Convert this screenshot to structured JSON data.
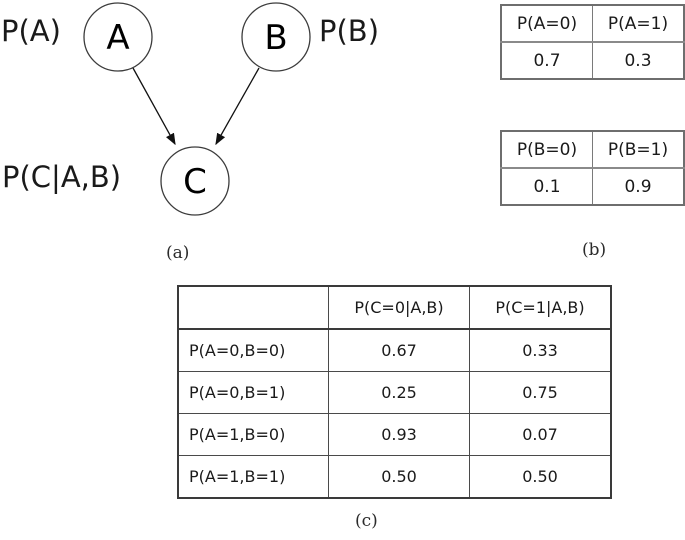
{
  "figure": {
    "captions": {
      "a": "(a)",
      "b": "(b)",
      "c": "(c)"
    }
  },
  "graph": {
    "nodes": [
      {
        "id": "A",
        "letter": "A",
        "label": "P(A)"
      },
      {
        "id": "B",
        "letter": "B",
        "label": "P(B)"
      },
      {
        "id": "C",
        "letter": "C",
        "label": "P(C|A,B)"
      }
    ],
    "edges": [
      {
        "from": "A",
        "to": "C"
      },
      {
        "from": "B",
        "to": "C"
      }
    ],
    "labels": {
      "pa": "P(A)",
      "pb": "P(B)",
      "pcab": "P(C|A,B)"
    }
  },
  "tables": {
    "prior_a": {
      "headers": [
        "P(A=0)",
        "P(A=1)"
      ],
      "values": [
        "0.7",
        "0.3"
      ]
    },
    "prior_b": {
      "headers": [
        "P(B=0)",
        "P(B=1)"
      ],
      "values": [
        "0.1",
        "0.9"
      ]
    },
    "cpt_c": {
      "corner": "",
      "headers": [
        "P(C=0|A,B)",
        "P(C=1|A,B)"
      ],
      "rows": [
        {
          "label": "P(A=0,B=0)",
          "values": [
            "0.67",
            "0.33"
          ]
        },
        {
          "label": "P(A=0,B=1)",
          "values": [
            "0.25",
            "0.75"
          ]
        },
        {
          "label": "P(A=1,B=0)",
          "values": [
            "0.93",
            "0.07"
          ]
        },
        {
          "label": "P(A=1,B=1)",
          "values": [
            "0.50",
            "0.50"
          ]
        }
      ]
    }
  },
  "chart_data": {
    "type": "diagram",
    "title": "",
    "nodes": [
      "A",
      "B",
      "C"
    ],
    "edges": [
      [
        "A",
        "C"
      ],
      [
        "B",
        "C"
      ]
    ],
    "cpt_A": {
      "P(A=0)": 0.7,
      "P(A=1)": 0.3
    },
    "cpt_B": {
      "P(B=0)": 0.1,
      "P(B=1)": 0.9
    },
    "cpt_C": [
      {
        "A": 0,
        "B": 0,
        "P(C=0|A,B)": 0.67,
        "P(C=1|A,B)": 0.33
      },
      {
        "A": 0,
        "B": 1,
        "P(C=0|A,B)": 0.25,
        "P(C=1|A,B)": 0.75
      },
      {
        "A": 1,
        "B": 0,
        "P(C=0|A,B)": 0.93,
        "P(C=1|A,B)": 0.07
      },
      {
        "A": 1,
        "B": 1,
        "P(C=0|A,B)": 0.5,
        "P(C=1|A,B)": 0.5
      }
    ]
  },
  "colors": {
    "background": "#ffffff",
    "ink": "#1a1a1a",
    "node_stroke": "#3c3c3c",
    "table_border": "#6e6e6e",
    "table_border_strong": "#3a3a3a"
  }
}
